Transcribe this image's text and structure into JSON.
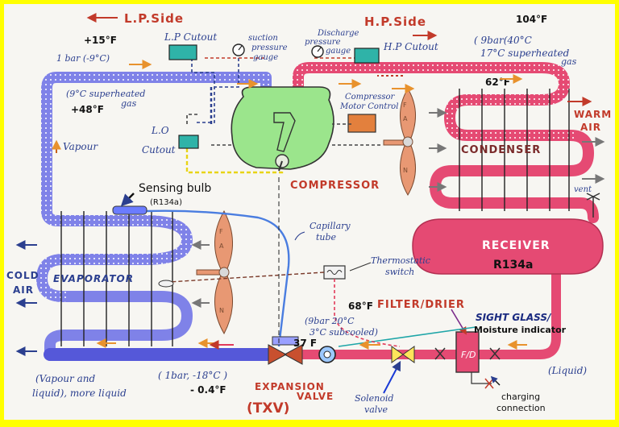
{
  "labels": {
    "lp_side": "L.P.Side",
    "hp_side": "H.P.Side",
    "lp_cutout": "L.P Cutout",
    "hp_cutout": "H.P Cutout",
    "suction_gauge": [
      "suction",
      "pressure",
      "gauge"
    ],
    "discharge_gauge": [
      "Discharge",
      "pressure",
      "gauge"
    ],
    "lo_cutout": [
      "L.O",
      "Cutout"
    ],
    "compressor": "COMPRESSOR",
    "motor_control": [
      "Compressor",
      "Motor Control"
    ],
    "condenser": "CONDENSER",
    "warm_air": [
      "WARM",
      "AIR"
    ],
    "receiver": "RECEIVER",
    "receiver_ref": "R134a",
    "vent": "vent",
    "evaporator": "EVAPORATOR",
    "cold_air": [
      "COLD",
      "AIR"
    ],
    "sensing_bulb": "Sensing bulb",
    "sensing_ref": "(R134a)",
    "capillary": [
      "Capillary",
      "tube"
    ],
    "thermostatic": [
      "Thermostatic",
      "switch"
    ],
    "filter_drier": "FILTER/DRIER",
    "sight_glass": [
      "SIGHT GLASS/",
      "Moisture indicator"
    ],
    "expansion_valve": [
      "EXPANSION",
      "VALVE"
    ],
    "txv": "(TXV)",
    "solenoid": [
      "Solenoid",
      "valve"
    ],
    "charging": [
      "charging",
      "connection"
    ],
    "liquid": "(Liquid)",
    "vapour": "Vapour",
    "vapour_liquid": [
      "(Vapour and",
      "liquid), more liquid"
    ],
    "evap_state": "( 1bar, -18°C )",
    "lp_pressure": "1 bar (-9°C)",
    "suction_superheat": [
      "(9°C superheated",
      "gas"
    ],
    "hp_state": [
      "( 9bar(40°C",
      "17°C superheated",
      "gas"
    ],
    "subcooled": [
      "(9bar 20°C",
      "3°C subcooled)"
    ],
    "fan": [
      "F",
      "A",
      "N"
    ]
  },
  "temps": {
    "t_15": "+15°F",
    "t_48": "+48°F",
    "t_104": "104°F",
    "t_62": "62°F",
    "t_68": "68°F",
    "t_37": "37 F",
    "t_minus": "- 0.4°F"
  },
  "colors": {
    "low_pipe": "#7f82e8",
    "high_pipe": "#e54a73",
    "compressor": "#9be58c",
    "fan": "#e89873",
    "motor_control": "#e3803d",
    "lp_box": "#2fb3a8",
    "border": "#ffff00"
  }
}
